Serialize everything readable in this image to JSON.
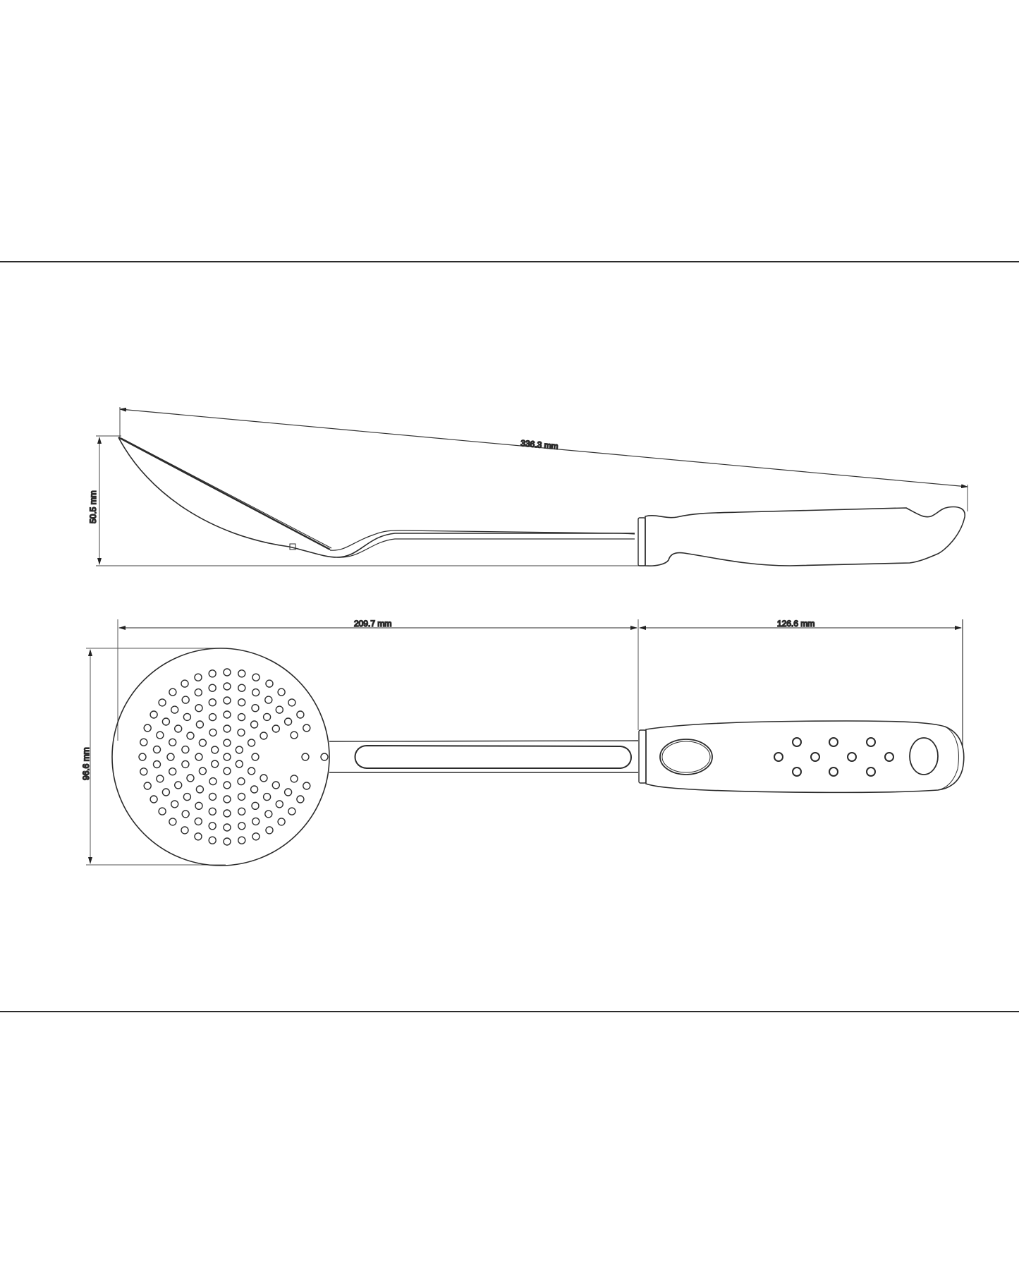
{
  "drawing": {
    "subject": "Perforated skimmer ladle technical drawing",
    "side_view": {
      "overall_length_label": "336.3 mm",
      "height_label": "50.5 mm"
    },
    "top_view": {
      "head_and_shaft_length_label": "209.7 mm",
      "handle_length_label": "126.6 mm",
      "head_diameter_label": "96.6 mm"
    },
    "colors": {
      "line": "#2b2b2b",
      "dimension_line": "#555555",
      "background": "#ffffff"
    }
  }
}
